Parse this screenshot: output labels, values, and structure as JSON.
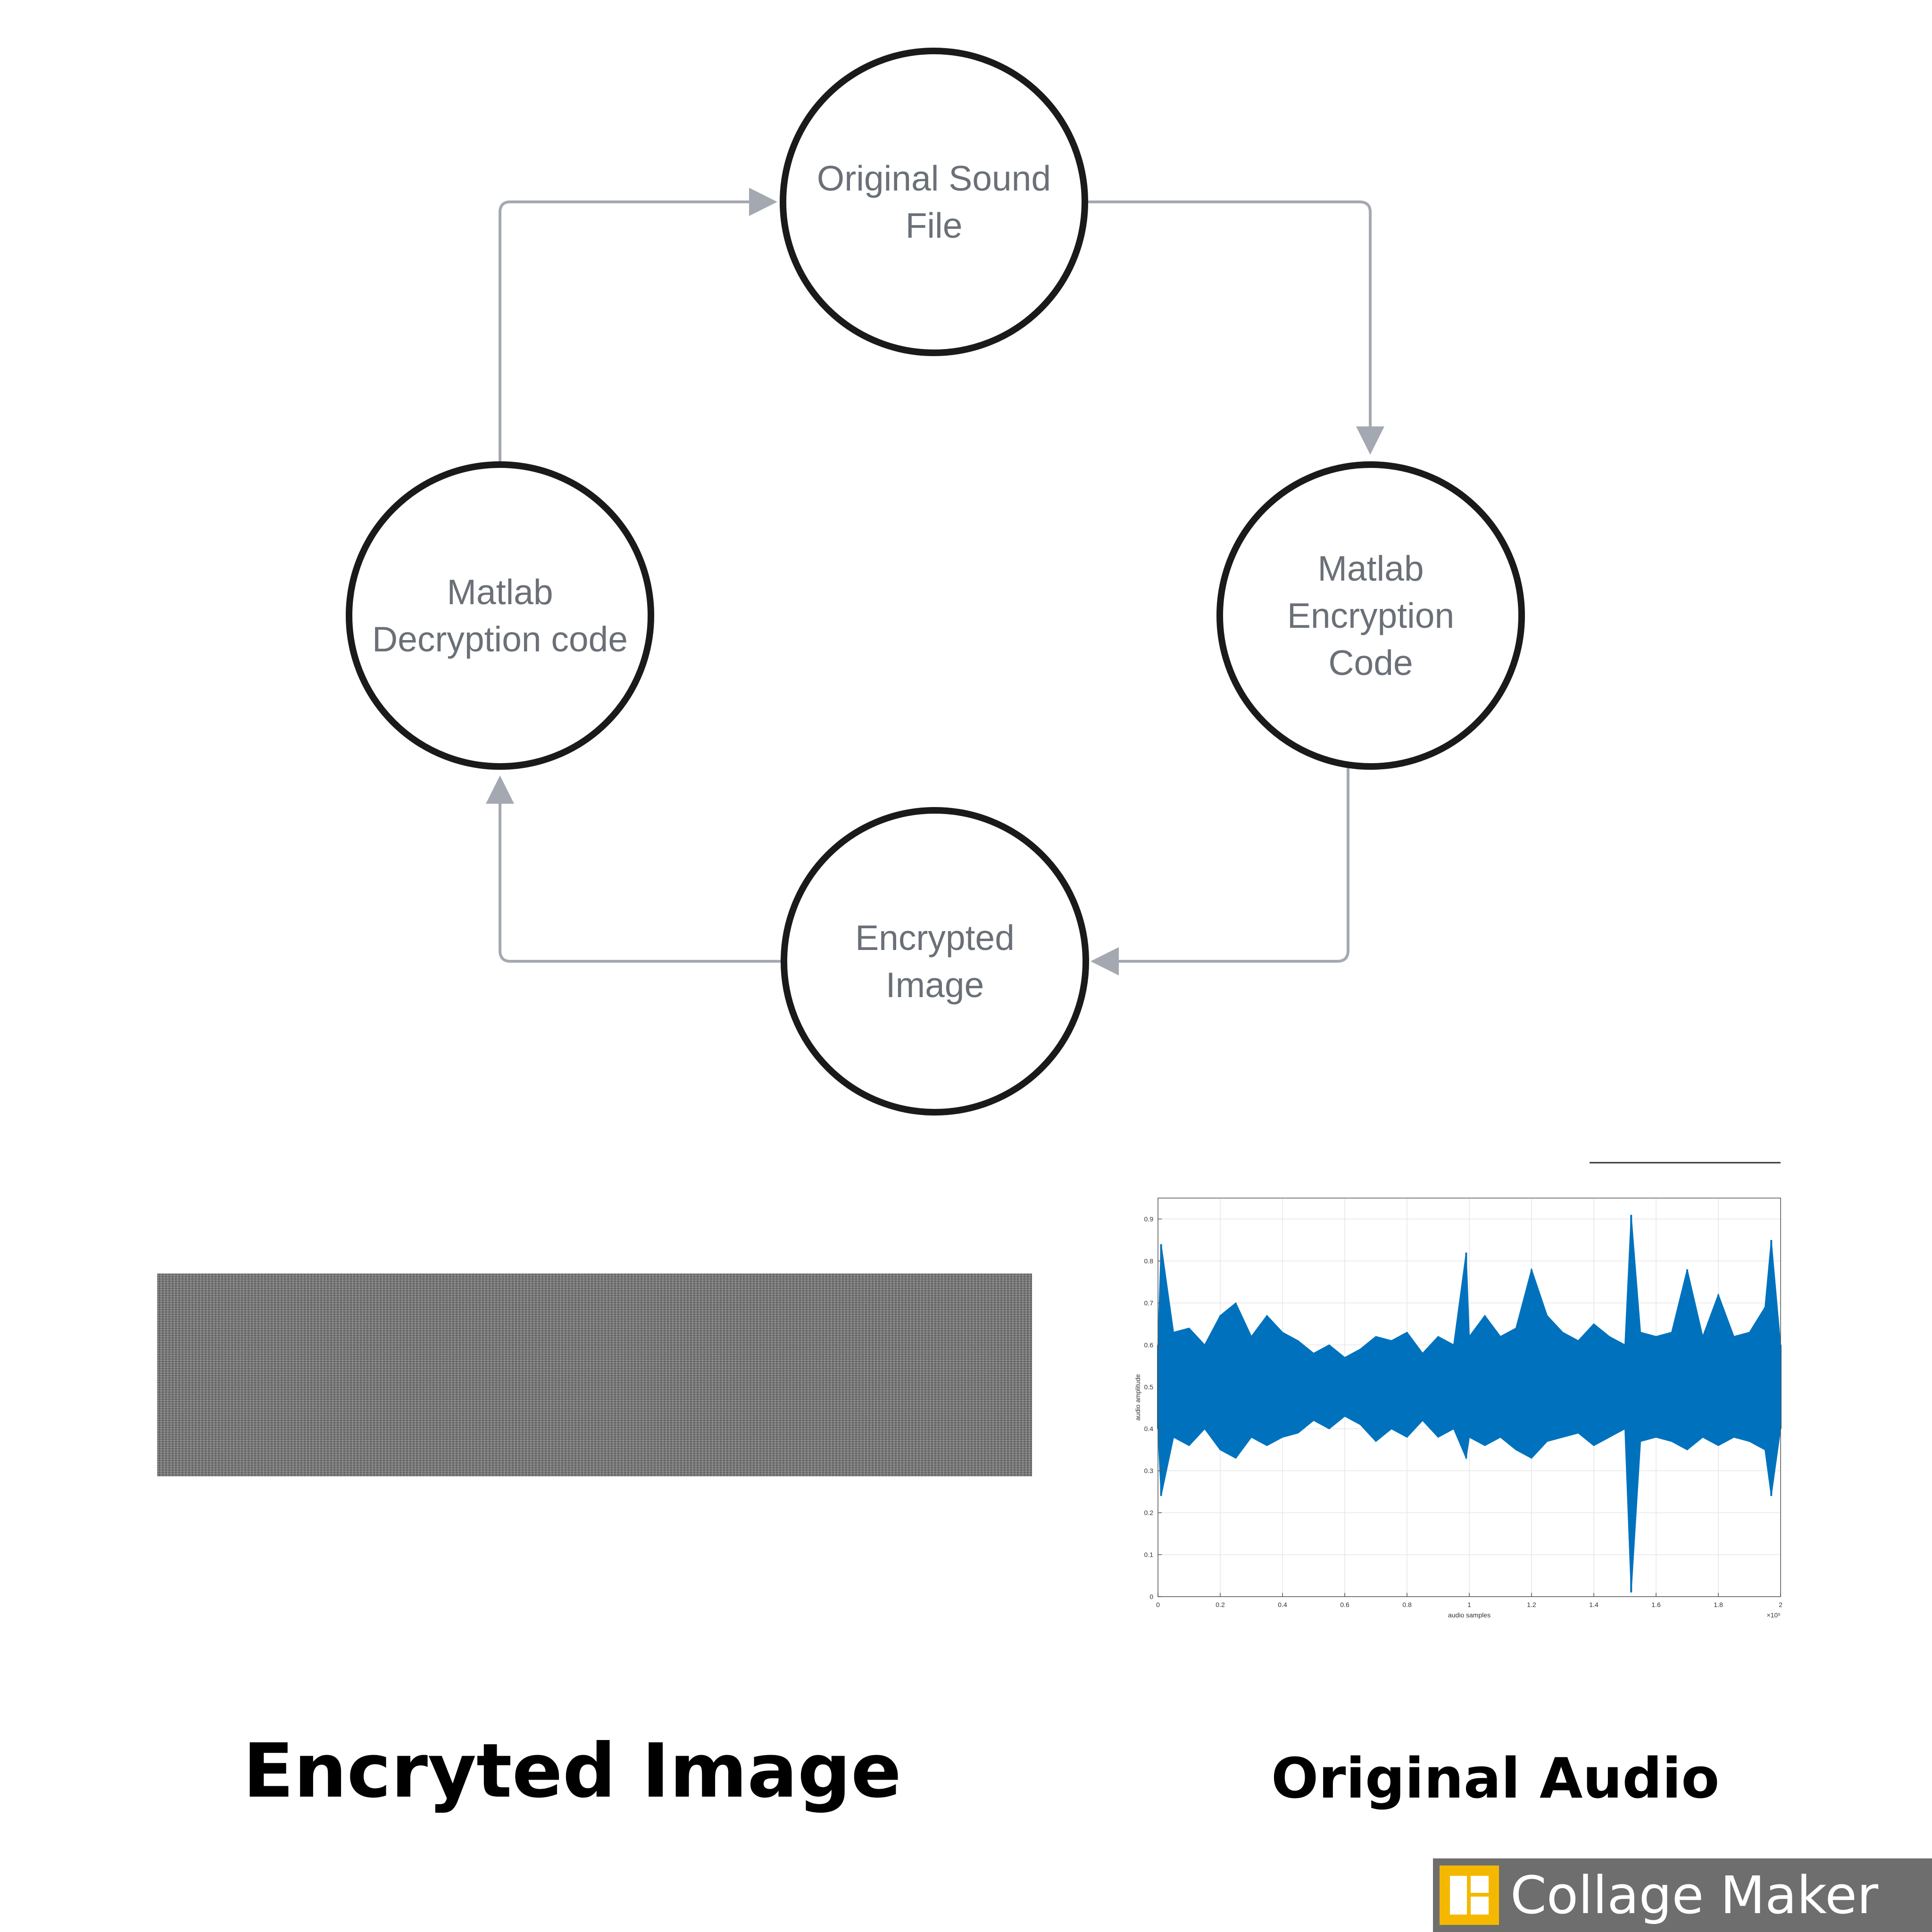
{
  "diagram": {
    "nodes": [
      {
        "id": "original",
        "lines": [
          "Original Sound",
          "File"
        ]
      },
      {
        "id": "encrypt",
        "lines": [
          "Matlab",
          "Encryption",
          "Code"
        ]
      },
      {
        "id": "image",
        "lines": [
          "Encrypted",
          "Image"
        ]
      },
      {
        "id": "decrypt",
        "lines": [
          "Matlab",
          "Decryption code"
        ]
      }
    ],
    "edges": [
      {
        "from": "original",
        "to": "encrypt"
      },
      {
        "from": "encrypt",
        "to": "image"
      },
      {
        "from": "image",
        "to": "decrypt"
      },
      {
        "from": "decrypt",
        "to": "original"
      }
    ],
    "colors": {
      "node_stroke": "#1a1a1a",
      "edge": "#a4a9b1",
      "label": "#6b7078"
    }
  },
  "chart_data": {
    "type": "line",
    "title": "",
    "xlabel": "audio samples",
    "ylabel": "audio amplitude",
    "x_multiplier": "×10⁵",
    "xlim": [
      0,
      2
    ],
    "ylim": [
      0,
      0.95
    ],
    "xticks": [
      "0",
      "0.2",
      "0.4",
      "0.6",
      "0.8",
      "1",
      "1.2",
      "1.4",
      "1.6",
      "1.8",
      "2"
    ],
    "yticks": [
      "0",
      "0.1",
      "0.2",
      "0.3",
      "0.4",
      "0.5",
      "0.6",
      "0.7",
      "0.8",
      "0.9"
    ],
    "grid": true,
    "series": [
      {
        "color": "#0072bd",
        "x": [
          0,
          0.01,
          0.05,
          0.1,
          0.15,
          0.2,
          0.25,
          0.3,
          0.35,
          0.4,
          0.45,
          0.5,
          0.55,
          0.6,
          0.65,
          0.7,
          0.75,
          0.8,
          0.85,
          0.9,
          0.95,
          0.99,
          1.0,
          1.05,
          1.1,
          1.15,
          1.2,
          1.25,
          1.3,
          1.35,
          1.4,
          1.45,
          1.5,
          1.52,
          1.55,
          1.6,
          1.65,
          1.7,
          1.75,
          1.8,
          1.85,
          1.9,
          1.95,
          1.97,
          2.0
        ],
        "upper": [
          0.6,
          0.84,
          0.63,
          0.64,
          0.6,
          0.67,
          0.7,
          0.62,
          0.67,
          0.63,
          0.61,
          0.58,
          0.6,
          0.57,
          0.59,
          0.62,
          0.61,
          0.63,
          0.58,
          0.62,
          0.6,
          0.82,
          0.62,
          0.67,
          0.62,
          0.64,
          0.78,
          0.67,
          0.63,
          0.61,
          0.65,
          0.62,
          0.6,
          0.91,
          0.63,
          0.62,
          0.63,
          0.78,
          0.62,
          0.72,
          0.62,
          0.63,
          0.69,
          0.85,
          0.6
        ],
        "lower": [
          0.4,
          0.24,
          0.38,
          0.36,
          0.4,
          0.35,
          0.33,
          0.38,
          0.36,
          0.38,
          0.39,
          0.42,
          0.4,
          0.43,
          0.41,
          0.37,
          0.4,
          0.38,
          0.42,
          0.38,
          0.4,
          0.33,
          0.38,
          0.36,
          0.38,
          0.35,
          0.33,
          0.37,
          0.38,
          0.39,
          0.36,
          0.38,
          0.4,
          0.01,
          0.37,
          0.38,
          0.37,
          0.35,
          0.38,
          0.36,
          0.38,
          0.37,
          0.35,
          0.24,
          0.4
        ]
      }
    ]
  },
  "captions": {
    "encrypted": "Encryted Image",
    "audio": "Original Audio"
  },
  "watermark": {
    "text": "Collage Maker",
    "logo_color": "#f5b800"
  }
}
